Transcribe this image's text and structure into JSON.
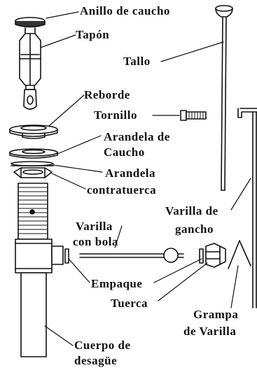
{
  "labels": {
    "anillo": "Anillo de caucho",
    "tapon": "Tapón",
    "tallo": "Tallo",
    "reborde": "Reborde",
    "tornillo": "Tornillo",
    "arandela_caucho_1": "Arandela de",
    "arandela_caucho_2": "Caucho",
    "arandela": "Arandela",
    "contratuerca": "contratuerca",
    "varilla_gancho_1": "Varilla de",
    "varilla_gancho_2": "gancho",
    "varilla_bola_1": "Varilla",
    "varilla_bola_2": "con bola",
    "empaque": "Empaque",
    "tuerca": "Tuerca",
    "grampa_1": "Grampa",
    "grampa_2": "de Varilla",
    "cuerpo_1": "Cuerpo de",
    "cuerpo_2": "desagüe"
  }
}
